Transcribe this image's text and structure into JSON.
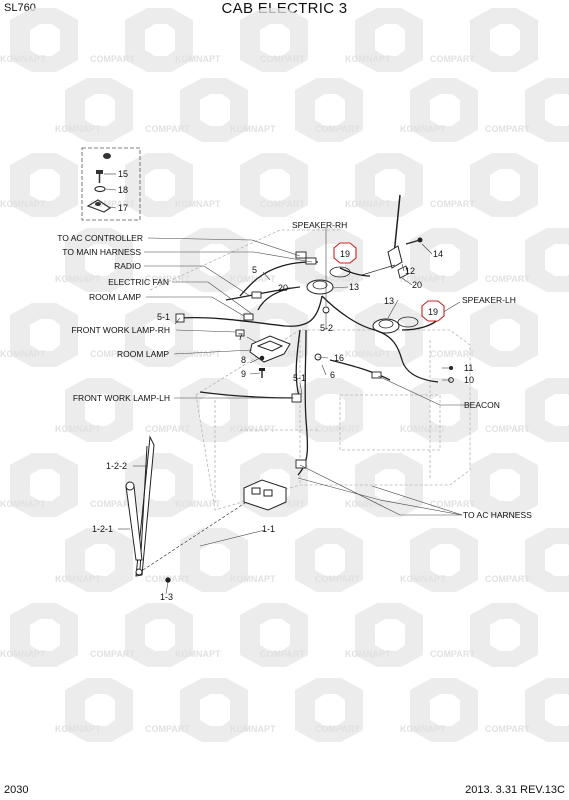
{
  "header": {
    "model": "SL760",
    "title": "CAB ELECTRIC 3"
  },
  "footer": {
    "page_number": "2030",
    "revision": "2013. 3.31 REV.13C"
  },
  "watermark": {
    "brand_a": "KOMNAPT",
    "brand_b": "COMPART"
  },
  "callouts": {
    "to_ac_controller": "TO AC CONTROLLER",
    "to_main_harness": "TO MAIN HARNESS",
    "radio": "RADIO",
    "electric_fan": "ELECTRIC FAN",
    "room_lamp_top": "ROOM LAMP",
    "front_work_lamp_rh": "FRONT WORK LAMP-RH",
    "room_lamp_mid": "ROOM LAMP",
    "front_work_lamp_lh": "FRONT WORK LAMP-LH",
    "speaker_rh": "SPEAKER-RH",
    "speaker_lh": "SPEAKER-LH",
    "beacon": "BEACON",
    "to_ac_harness": "TO AC HARNESS"
  },
  "part_numbers": {
    "p15": "15",
    "p18": "18",
    "p17": "17",
    "p5": "5",
    "p20a": "20",
    "p13a": "13",
    "p19a": "19",
    "p14": "14",
    "p12": "12",
    "p20b": "20",
    "p13b": "13",
    "p19b": "19",
    "p5_1a": "5-1",
    "p5_2": "5-2",
    "p7": "7",
    "p8": "8",
    "p9": "9",
    "p16": "16",
    "p6": "6",
    "p5_1b": "5-1",
    "p11": "11",
    "p10": "10",
    "p1_2_2": "1-2-2",
    "p1_2_1": "1-2-1",
    "p1_1": "1-1",
    "p1_3": "1-3"
  },
  "colors": {
    "line": "#222222",
    "ghost": "#9a9a9a",
    "watermark": "#d7d7d7",
    "highlight": "#cc2222"
  }
}
